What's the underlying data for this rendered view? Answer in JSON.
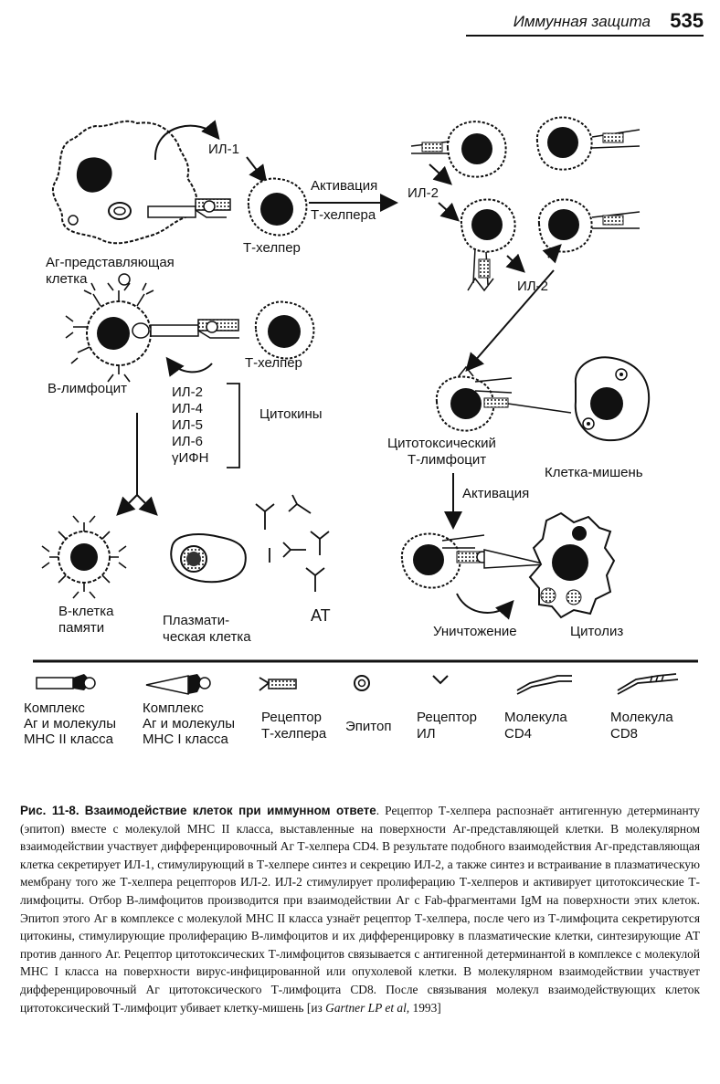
{
  "header": {
    "running_title": "Иммунная защита",
    "page_number": "535"
  },
  "figure": {
    "labels": {
      "il1": "ИЛ-1",
      "activation_line1": "Активация",
      "activation_line2": "Т-хелпера",
      "il2_a": "ИЛ-2",
      "il2_b": "ИЛ-2",
      "apc_line1": "Аг-представляющая",
      "apc_line2": "клетка",
      "t_helper_1": "Т-хелпер",
      "t_helper_2": "Т-хелпер",
      "b_lymphocyte": "В-лимфоцит",
      "cytokines_list": [
        "ИЛ-2",
        "ИЛ-4",
        "ИЛ-5",
        "ИЛ-6",
        "γИФН"
      ],
      "cytokines": "Цитокины",
      "ctl_line1": "Цитотоксический",
      "ctl_line2": "Т-лимфоцит",
      "target_cell": "Клетка-мишень",
      "activation_2": "Активация",
      "memory_line1": "В-клетка",
      "memory_line2": "памяти",
      "plasma_line1": "Плазмати-",
      "plasma_line2": "ческая клетка",
      "at": "АТ",
      "destruction": "Уничтожение",
      "cytolysis": "Цитолиз"
    },
    "legend": [
      {
        "icon": "mhc2-complex-icon",
        "lines": [
          "Комплекс",
          "Аг и молекулы",
          "МНС II класса"
        ]
      },
      {
        "icon": "mhc1-complex-icon",
        "lines": [
          "Комплекс",
          "Аг и молекулы",
          "МНС I класса"
        ]
      },
      {
        "icon": "t-helper-receptor-icon",
        "lines": [
          "Рецептор",
          "Т-хелпера"
        ]
      },
      {
        "icon": "epitope-icon",
        "lines": [
          "Эпитоп"
        ]
      },
      {
        "icon": "il-receptor-icon",
        "lines": [
          "Рецептор",
          "ИЛ"
        ]
      },
      {
        "icon": "cd4-molecule-icon",
        "lines": [
          "Молекула",
          "CD4"
        ]
      },
      {
        "icon": "cd8-molecule-icon",
        "lines": [
          "Молекула",
          "CD8"
        ]
      }
    ]
  },
  "caption": {
    "label": "Рис. 11-8.",
    "title": "Взаимодействие клеток при иммунном ответе",
    "p1": ". Рецептор Т-хелпера распознаёт антигенную детерминанту (эпитоп) вместе с молекулой МНС II класса, выставленные на поверхности Аг-представляющей клетки. В молекулярном взаимодействии участвует дифференцировочный Аг Т-хелпера CD4. В результате подобного взаимодействия Аг-представляющая клетка секретирует ИЛ-1, стимулирующий в Т-хелпере синтез и секрецию ИЛ-2, а также синтез и встраивание в плазматическую мембрану того же Т-хелпера рецепторов ИЛ-2. ИЛ-2 стимулирует пролиферацию Т-хелперов и активирует цитотоксические Т-лимфоциты. Отбор В-лимфоцитов производится при взаимодействии Аг с Fab-фрагментами IgM на поверхности этих клеток. Эпитоп этого Аг в комплексе с молекулой МНС II класса узнаёт рецептор Т-хелпера, после чего из Т-лимфоцита секретируются цитокины, стимулирующие пролиферацию В-лимфоцитов и их дифференцировку в плазматические клетки, синтезирующие АТ против данного Аг. Рецептор цитотоксических Т-лимфоцитов связывается с антигенной детерминантой в комплексе с молекулой МНС I класса на поверхности вирус-инфицированной или опухолевой клетки. В молекулярном взаимодействии участвует дифференцировочный Аг цитотоксического Т-лимфоцита CD8. После связывания молекул взаимодействующих клеток цитотоксический Т-лимфоцит убивает клетку-мишень [из ",
    "source_italic": "Gartner LP et al,",
    "source_tail": " 1993]"
  }
}
